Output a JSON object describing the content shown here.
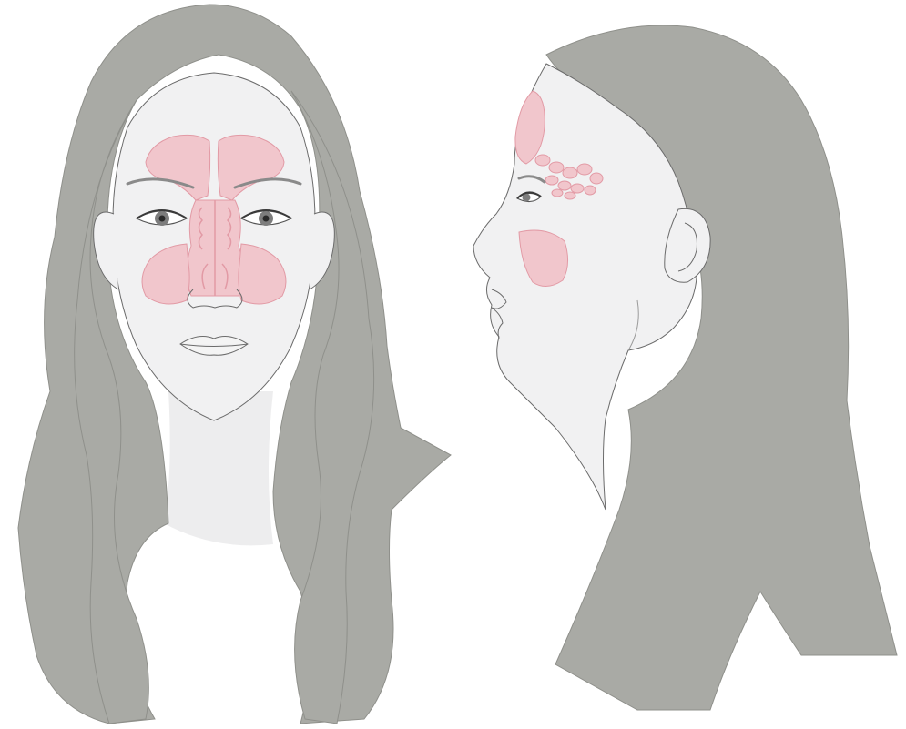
{
  "figure": {
    "views": [
      {
        "id": "front",
        "subject": "front-view-head"
      },
      {
        "id": "side",
        "subject": "side-view-head"
      }
    ],
    "colors": {
      "background": "#ffffff",
      "skin": "#f1f1f2",
      "hair": "#a9aaa5",
      "outline": "#6b6b6b",
      "sinus_fill": "#f1c6cc",
      "sinus_stroke": "#e29aa5",
      "iris": "#7d7d7d",
      "pupil": "#2a2a2a"
    },
    "regions": [
      {
        "id": "frontal-sinus"
      },
      {
        "id": "ethmoid-sinus"
      },
      {
        "id": "maxillary-sinus"
      },
      {
        "id": "nasal-cavity"
      }
    ]
  }
}
